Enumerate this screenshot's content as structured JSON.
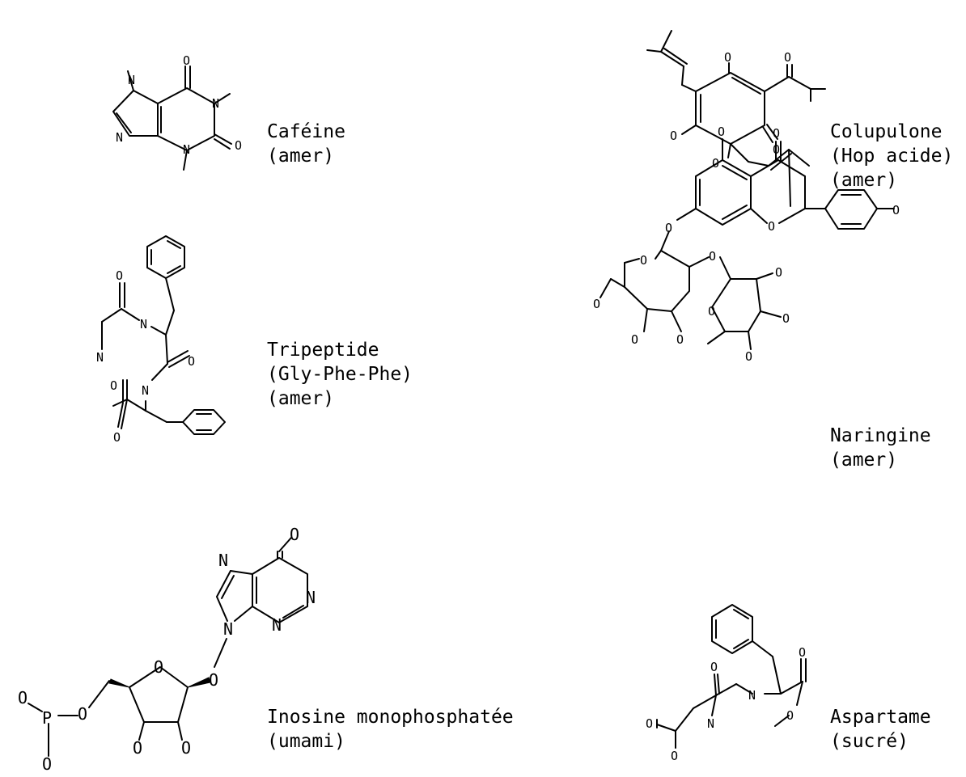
{
  "molecules": [
    {
      "id": "cafeine",
      "name": "Caféine",
      "lines": [
        "Caféine",
        "(amer)"
      ]
    },
    {
      "id": "colupulone",
      "name": "Colupulone",
      "lines": [
        "Colupulone",
        "(Hop acide)",
        "(amer)"
      ]
    },
    {
      "id": "tripeptide",
      "name": "Tripeptide",
      "lines": [
        "Tripeptide",
        "(Gly-Phe-Phe)",
        "(amer)"
      ]
    },
    {
      "id": "naringine",
      "name": "Naringine",
      "lines": [
        "Naringine",
        "(amer)"
      ]
    },
    {
      "id": "inosine",
      "name": "Inosine monophosphatée",
      "lines": [
        "Inosine monophosphatée",
        "(umami)"
      ]
    },
    {
      "id": "aspartame",
      "name": "Aspartame",
      "lines": [
        "Aspartame",
        "(sucré)"
      ]
    }
  ],
  "atoms": {
    "O": "O",
    "N": "N",
    "P": "P"
  }
}
